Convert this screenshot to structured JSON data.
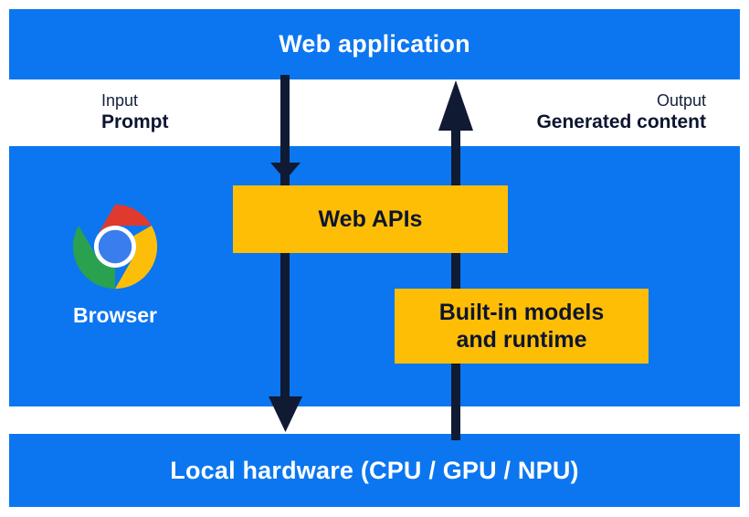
{
  "diagram": {
    "title": "Web application",
    "layers": [
      {
        "id": "web-application",
        "label": "Web application"
      },
      {
        "id": "browser",
        "label": "Browser"
      },
      {
        "id": "local-hardware",
        "label": "Local hardware (CPU / GPU / NPU)"
      }
    ],
    "annotations": {
      "input": {
        "kicker": "Input",
        "value": "Prompt"
      },
      "output": {
        "kicker": "Output",
        "value": "Generated content"
      }
    },
    "components": [
      {
        "id": "web-apis",
        "label": "Web APIs"
      },
      {
        "id": "builtin-models",
        "label": "Built-in models\nand runtime",
        "line1": "Built-in models",
        "line2": "and runtime"
      }
    ],
    "flows": [
      {
        "id": "downstream-arrow",
        "direction": "down",
        "from": "Web application",
        "to": "Local hardware (CPU / GPU / NPU)"
      },
      {
        "id": "upstream-arrow",
        "direction": "up",
        "from": "Local hardware (CPU / GPU / NPU)",
        "to": "Web application"
      }
    ],
    "icons": [
      {
        "id": "chrome-logo-icon",
        "name": "chrome-logo-icon"
      }
    ],
    "colors": {
      "layer_blue": "#0b76f0",
      "component_yellow": "#ffbe06",
      "arrow_navy": "#101a33",
      "text_on_blue": "#ffffff",
      "text_dark": "#0d1530",
      "chrome_red": "#e03a2e",
      "chrome_yellow": "#fcbe08",
      "chrome_green": "#2aa14f",
      "chrome_blue": "#3a7ded",
      "page_background": "#ffffff"
    }
  }
}
